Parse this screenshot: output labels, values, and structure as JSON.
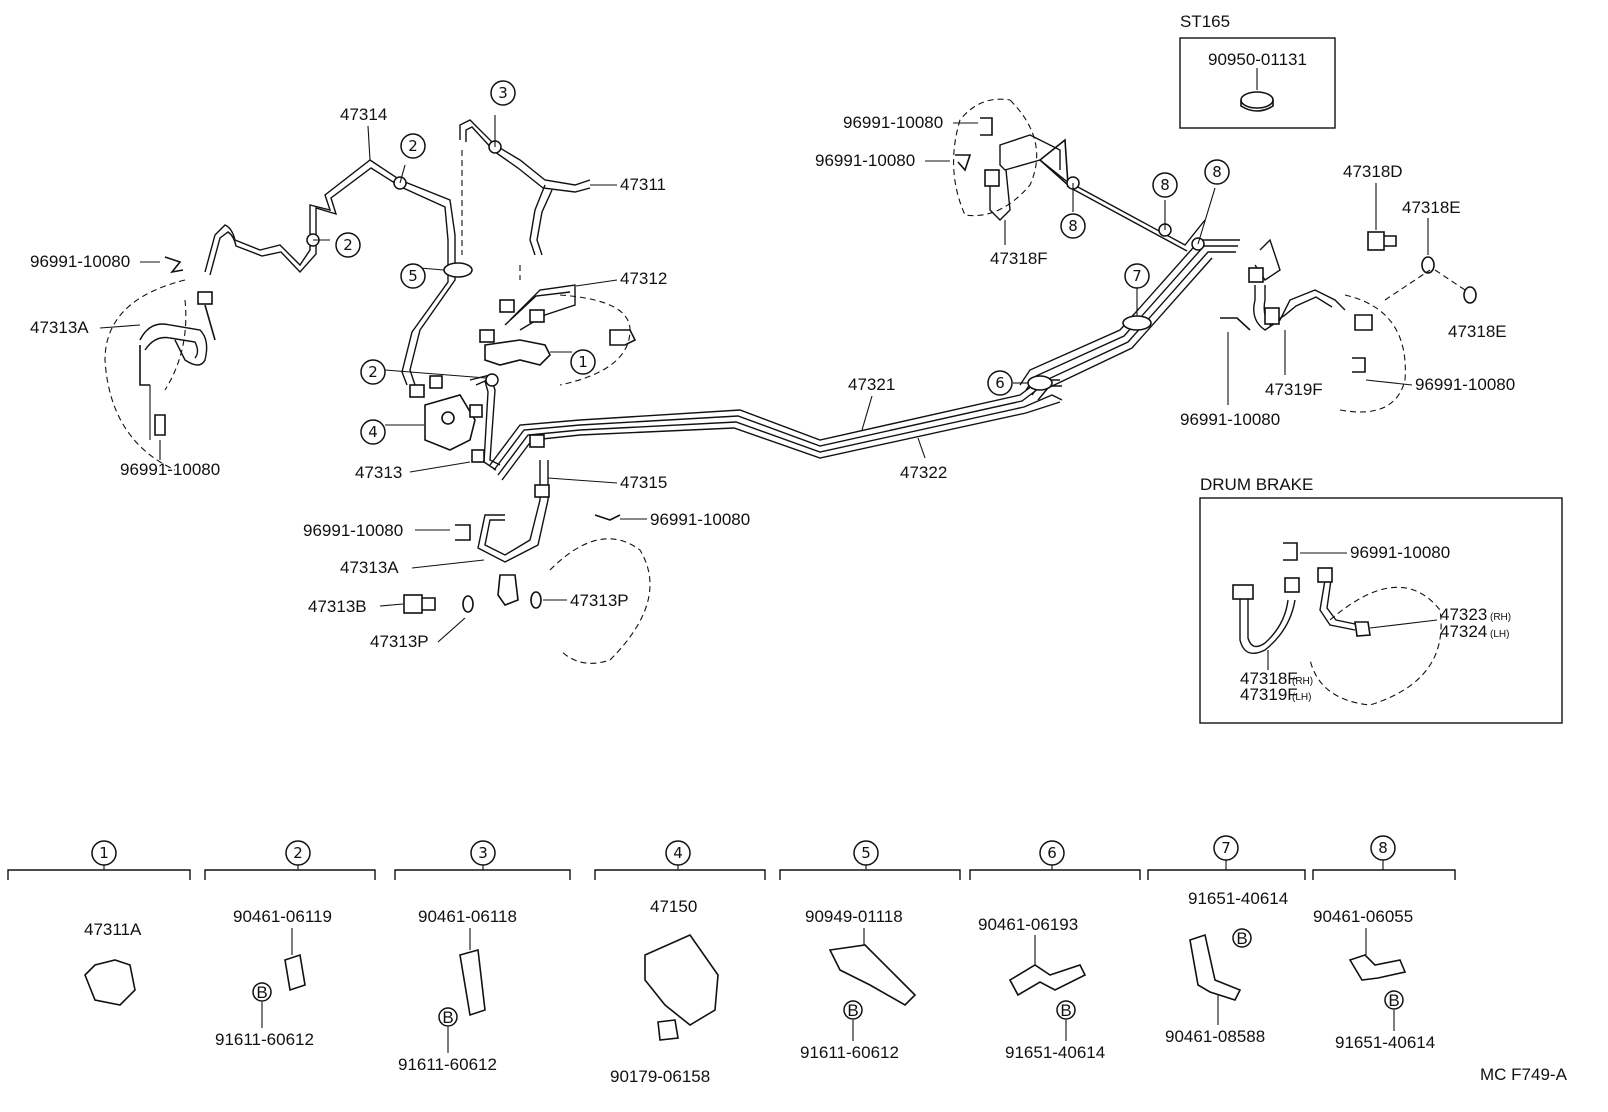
{
  "top_labels": {
    "st165": "ST165",
    "st165_part": "90950-01131",
    "p47314": "47314",
    "p47311": "47311",
    "p47312": "47312",
    "p96991_a": "96991-10080",
    "p47313A_left": "47313A",
    "p96991_b": "96991-10080",
    "p47313": "47313",
    "p47315": "47315",
    "p96991_c": "96991-10080",
    "p96991_d": "96991-10080",
    "p47313A_center": "47313A",
    "p47313B": "47313B",
    "p47313P_a": "47313P",
    "p47313P_b": "47313P",
    "p47321": "47321",
    "p47322": "47322",
    "p96991_e": "96991-10080",
    "p96991_f": "96991-10080",
    "p47318F": "47318F",
    "p47318D": "47318D",
    "p47318E_a": "47318E",
    "p47318E_b": "47318E",
    "p47319F": "47319F",
    "p96991_g": "96991-10080",
    "p96991_h": "96991-10080"
  },
  "callouts": [
    "1",
    "2",
    "3",
    "4",
    "5",
    "6",
    "7",
    "8"
  ],
  "drum_brake": {
    "title": "DRUM BRAKE",
    "clip": "96991-10080",
    "p47323": "47323",
    "p47323_side": "(RH)",
    "p47324": "47324",
    "p47324_side": "(LH)",
    "p47318F": "47318F",
    "p47318F_side": "(RH)",
    "p47319F": "47319F",
    "p47319F_side": "(LH)"
  },
  "legend": [
    {
      "num": "1",
      "parts": [
        "47311A"
      ]
    },
    {
      "num": "2",
      "parts": [
        "90461-06119",
        "91611-60612"
      ]
    },
    {
      "num": "3",
      "parts": [
        "90461-06118",
        "91611-60612"
      ]
    },
    {
      "num": "4",
      "parts": [
        "47150",
        "90179-06158"
      ]
    },
    {
      "num": "5",
      "parts": [
        "90949-01118",
        "91611-60612"
      ]
    },
    {
      "num": "6",
      "parts": [
        "90461-06193",
        "91651-40614"
      ]
    },
    {
      "num": "7",
      "parts": [
        "91651-40614",
        "90461-08588"
      ]
    },
    {
      "num": "8",
      "parts": [
        "90461-06055",
        "91651-40614"
      ]
    }
  ],
  "b_marker": "B",
  "footer_code": "MC  F749-A"
}
